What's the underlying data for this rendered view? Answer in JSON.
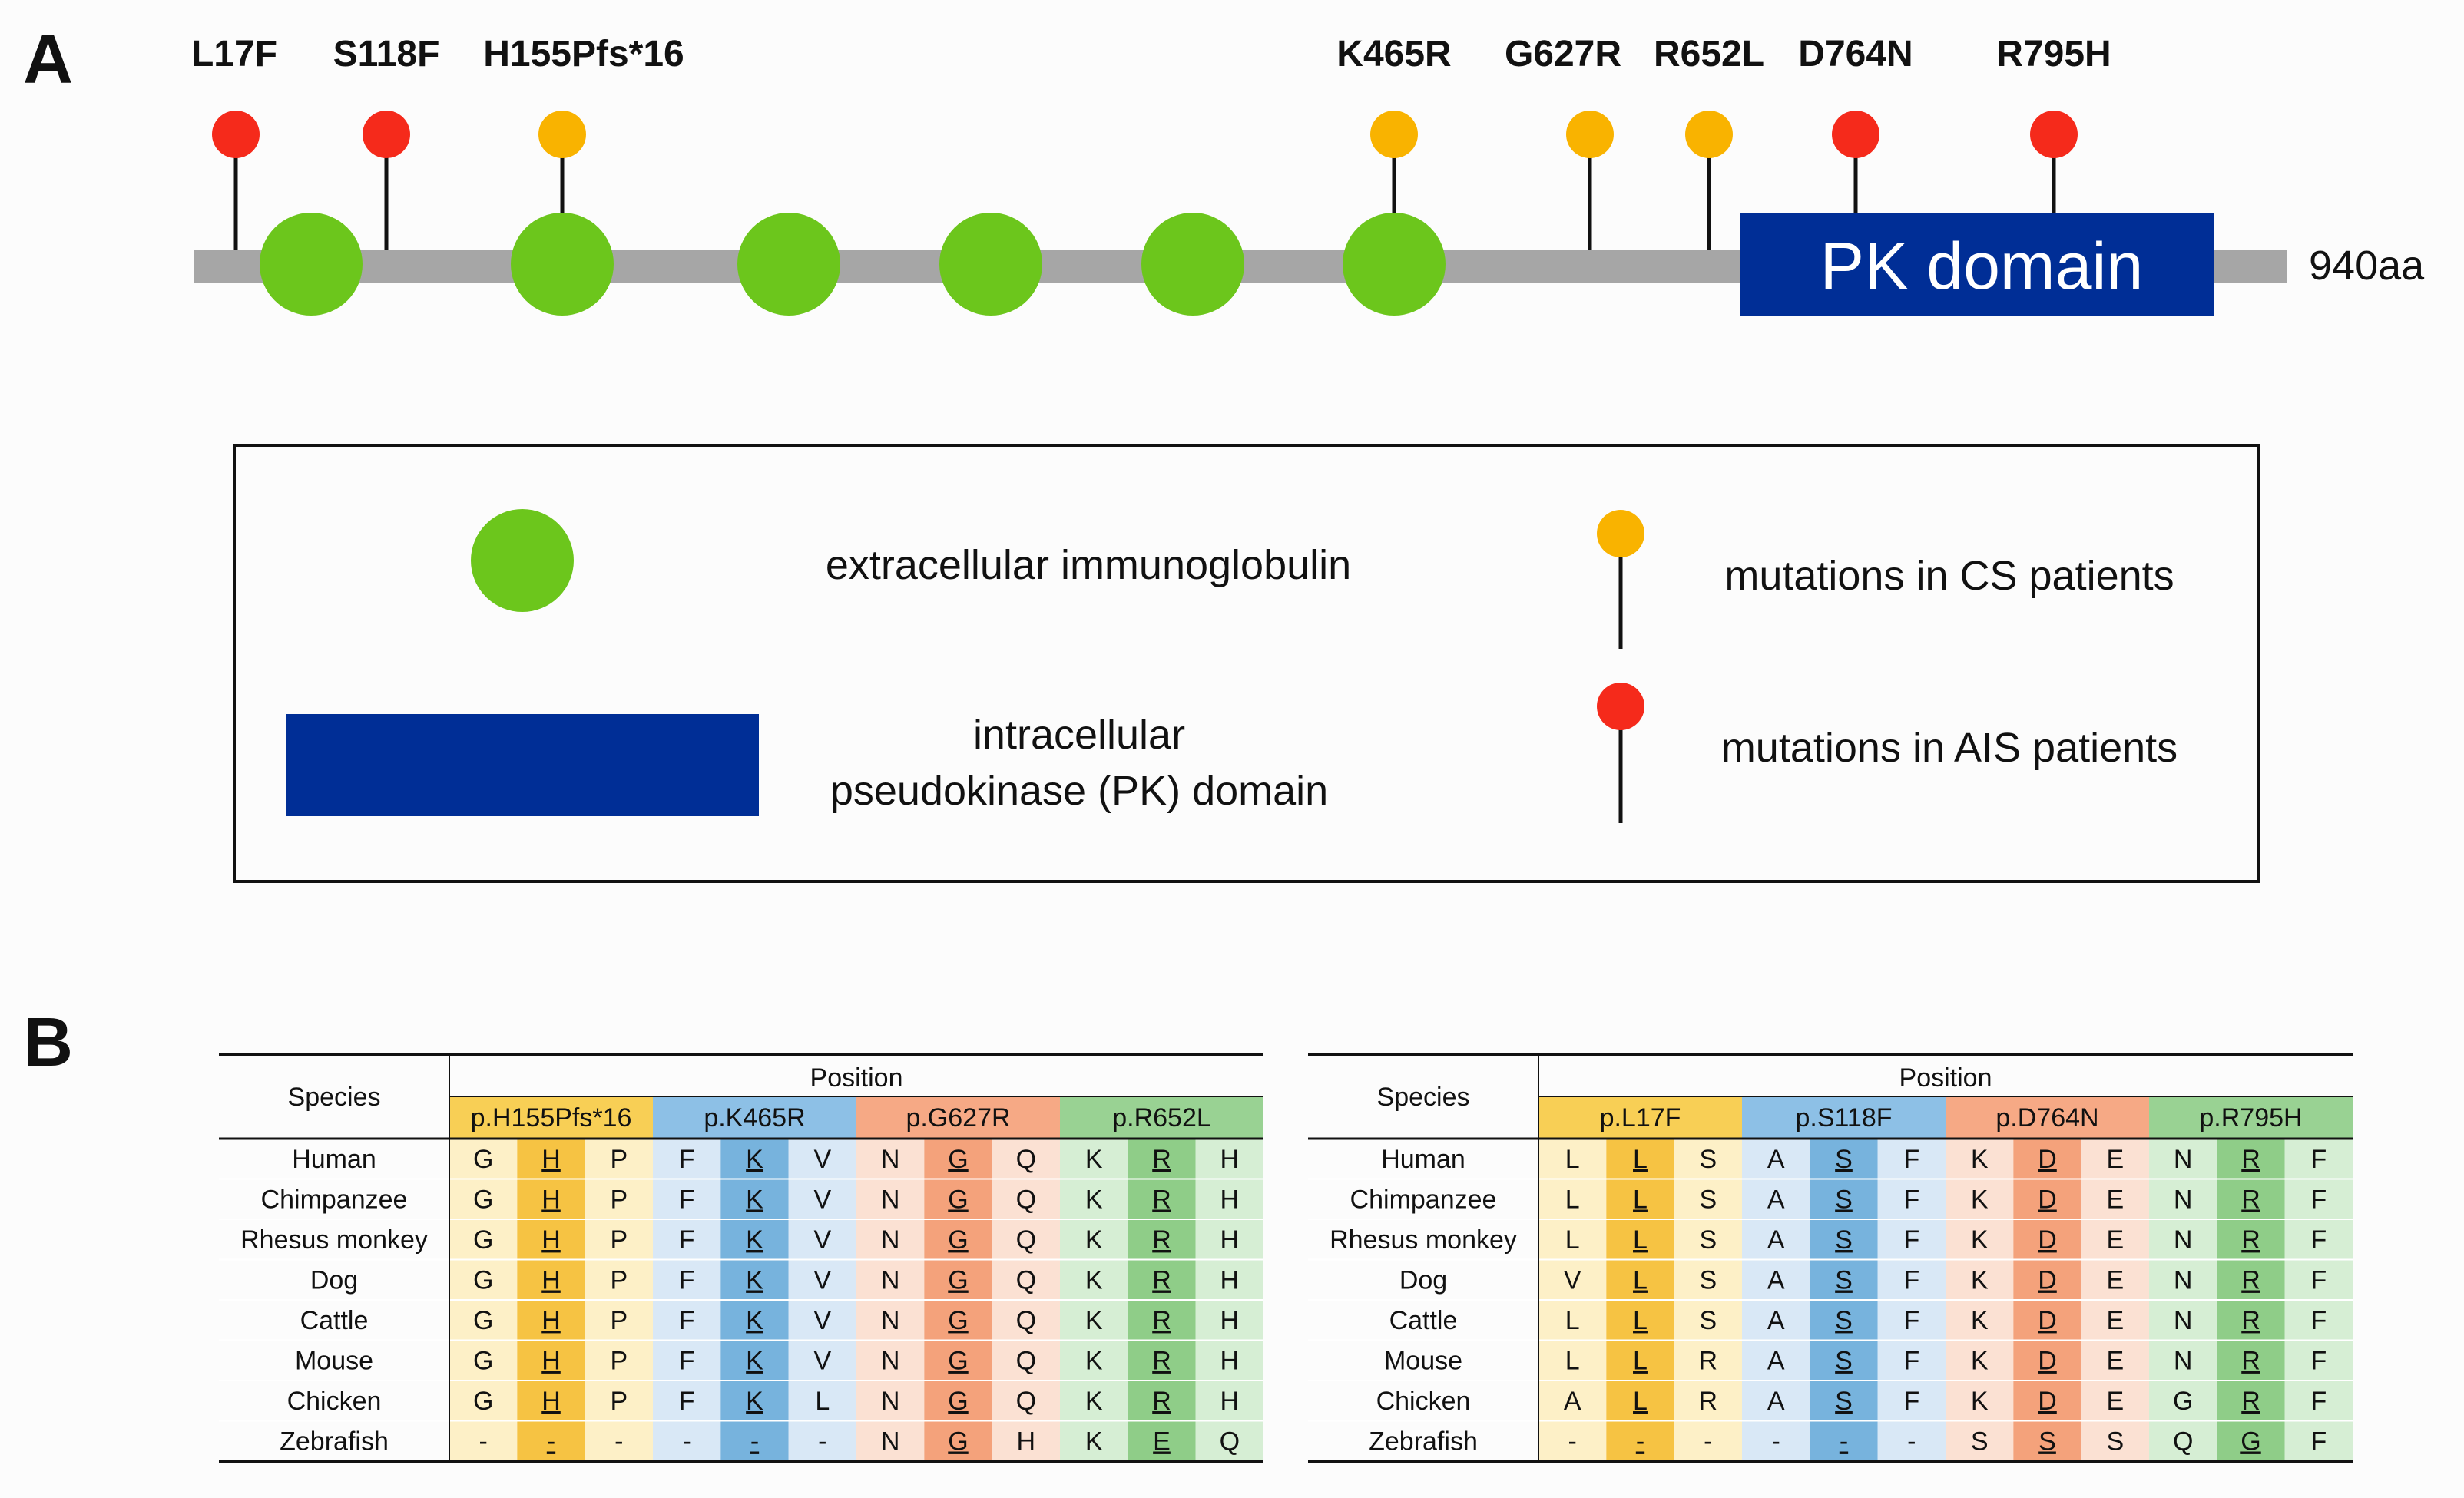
{
  "panel_a": {
    "letter": "A",
    "length_label": "940aa",
    "pk_label": "PK domain",
    "mutations": [
      {
        "label": "L17F",
        "type": "AIS"
      },
      {
        "label": "S118F",
        "type": "AIS"
      },
      {
        "label": "H155Pfs*16",
        "type": "CS"
      },
      {
        "label": "K465R",
        "type": "CS"
      },
      {
        "label": "G627R",
        "type": "CS"
      },
      {
        "label": "R652L",
        "type": "CS"
      },
      {
        "label": "D764N",
        "type": "AIS"
      },
      {
        "label": "R795H",
        "type": "AIS"
      }
    ],
    "ig_domain_count": 6,
    "colors": {
      "backbone": "#a6a6a6",
      "ig": "#6cc61c",
      "pk": "#002e96",
      "cs": "#f9b300",
      "ais": "#f52a1b"
    },
    "legend": {
      "ig_label": "extracellular immunoglobulin",
      "pk_line1": "intracellular",
      "pk_line2": "pseudokinase (PK) domain",
      "cs_label": "mutations in CS patients",
      "ais_label": "mutations in AIS patients"
    }
  },
  "panel_b": {
    "letter": "B",
    "species_header": "Species",
    "position_header": "Position",
    "species": [
      "Human",
      "Chimpanzee",
      "Rhesus monkey",
      "Dog",
      "Cattle",
      "Mouse",
      "Chicken",
      "Zebrafish"
    ],
    "group_colors": [
      {
        "light": "#fdf0c7",
        "dark": "#f6c343",
        "header": "#f8cf55"
      },
      {
        "light": "#d9e8f6",
        "dark": "#77b3dd",
        "header": "#8dc0e6"
      },
      {
        "light": "#fbe1d3",
        "dark": "#f4a27b",
        "header": "#f6a985"
      },
      {
        "light": "#d6eed4",
        "dark": "#8fcd88",
        "header": "#99d293"
      }
    ],
    "tables": [
      {
        "groups": [
          {
            "name": "p.H155Pfs*16",
            "rows": [
              [
                "G",
                "H",
                "P"
              ],
              [
                "G",
                "H",
                "P"
              ],
              [
                "G",
                "H",
                "P"
              ],
              [
                "G",
                "H",
                "P"
              ],
              [
                "G",
                "H",
                "P"
              ],
              [
                "G",
                "H",
                "P"
              ],
              [
                "G",
                "H",
                "P"
              ],
              [
                "-",
                "-",
                "-"
              ]
            ]
          },
          {
            "name": "p.K465R",
            "rows": [
              [
                "F",
                "K",
                "V"
              ],
              [
                "F",
                "K",
                "V"
              ],
              [
                "F",
                "K",
                "V"
              ],
              [
                "F",
                "K",
                "V"
              ],
              [
                "F",
                "K",
                "V"
              ],
              [
                "F",
                "K",
                "V"
              ],
              [
                "F",
                "K",
                "L"
              ],
              [
                "-",
                "-",
                "-"
              ]
            ]
          },
          {
            "name": "p.G627R",
            "rows": [
              [
                "N",
                "G",
                "Q"
              ],
              [
                "N",
                "G",
                "Q"
              ],
              [
                "N",
                "G",
                "Q"
              ],
              [
                "N",
                "G",
                "Q"
              ],
              [
                "N",
                "G",
                "Q"
              ],
              [
                "N",
                "G",
                "Q"
              ],
              [
                "N",
                "G",
                "Q"
              ],
              [
                "N",
                "G",
                "H"
              ]
            ]
          },
          {
            "name": "p.R652L",
            "rows": [
              [
                "K",
                "R",
                "H"
              ],
              [
                "K",
                "R",
                "H"
              ],
              [
                "K",
                "R",
                "H"
              ],
              [
                "K",
                "R",
                "H"
              ],
              [
                "K",
                "R",
                "H"
              ],
              [
                "K",
                "R",
                "H"
              ],
              [
                "K",
                "R",
                "H"
              ],
              [
                "K",
                "E",
                "Q"
              ]
            ]
          }
        ]
      },
      {
        "groups": [
          {
            "name": "p.L17F",
            "rows": [
              [
                "L",
                "L",
                "S"
              ],
              [
                "L",
                "L",
                "S"
              ],
              [
                "L",
                "L",
                "S"
              ],
              [
                "V",
                "L",
                "S"
              ],
              [
                "L",
                "L",
                "S"
              ],
              [
                "L",
                "L",
                "R"
              ],
              [
                "A",
                "L",
                "R"
              ],
              [
                "-",
                "-",
                "-"
              ]
            ]
          },
          {
            "name": "p.S118F",
            "rows": [
              [
                "A",
                "S",
                "F"
              ],
              [
                "A",
                "S",
                "F"
              ],
              [
                "A",
                "S",
                "F"
              ],
              [
                "A",
                "S",
                "F"
              ],
              [
                "A",
                "S",
                "F"
              ],
              [
                "A",
                "S",
                "F"
              ],
              [
                "A",
                "S",
                "F"
              ],
              [
                "-",
                "-",
                "-"
              ]
            ]
          },
          {
            "name": "p.D764N",
            "rows": [
              [
                "K",
                "D",
                "E"
              ],
              [
                "K",
                "D",
                "E"
              ],
              [
                "K",
                "D",
                "E"
              ],
              [
                "K",
                "D",
                "E"
              ],
              [
                "K",
                "D",
                "E"
              ],
              [
                "K",
                "D",
                "E"
              ],
              [
                "K",
                "D",
                "E"
              ],
              [
                "S",
                "S",
                "S"
              ]
            ]
          },
          {
            "name": "p.R795H",
            "rows": [
              [
                "N",
                "R",
                "F"
              ],
              [
                "N",
                "R",
                "F"
              ],
              [
                "N",
                "R",
                "F"
              ],
              [
                "N",
                "R",
                "F"
              ],
              [
                "N",
                "R",
                "F"
              ],
              [
                "N",
                "R",
                "F"
              ],
              [
                "G",
                "R",
                "F"
              ],
              [
                "Q",
                "G",
                "F"
              ]
            ]
          }
        ]
      }
    ]
  }
}
